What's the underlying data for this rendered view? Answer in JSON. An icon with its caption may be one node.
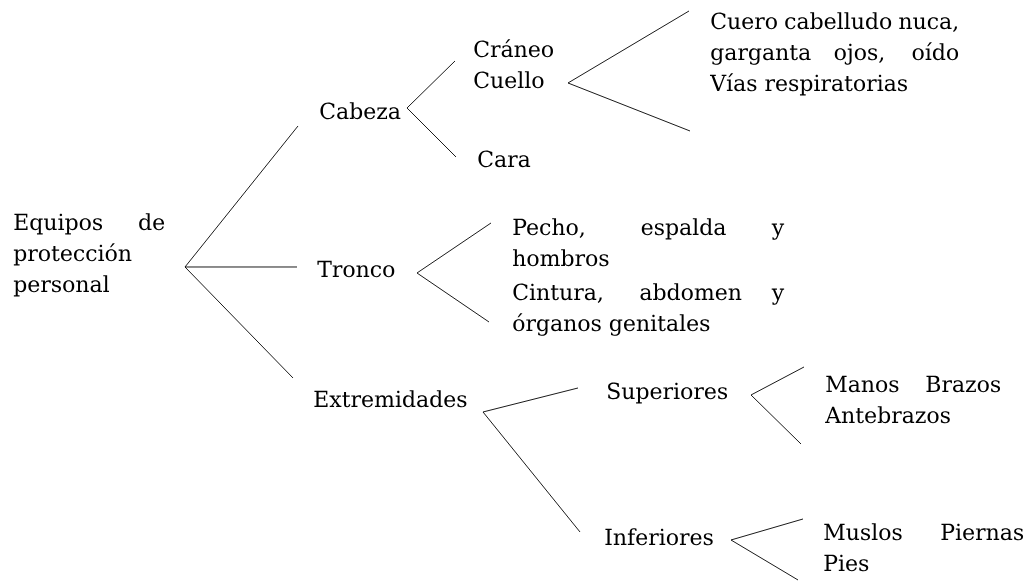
{
  "diagram": {
    "nodes": [
      {
        "text": [
          "Equipos de protección personal"
        ]
      },
      {
        "text": [
          "Cabeza"
        ]
      },
      {
        "text": [
          "Cráneo Cuello"
        ]
      },
      {
        "text": [
          "Cara"
        ]
      },
      {
        "text": [
          "Cuero cabelludo nuca, garganta ojos, oído Vías respiratorias"
        ]
      },
      {
        "text": [
          "Tronco"
        ]
      },
      {
        "text": [
          "Pecho, espalda y hombros"
        ]
      },
      {
        "text": [
          "Cintura, abdomen y órganos genitales"
        ]
      },
      {
        "text": [
          "Extremidades"
        ]
      },
      {
        "text": [
          "Superiores"
        ]
      },
      {
        "text": [
          "Manos Brazos Antebrazos"
        ]
      },
      {
        "text": [
          "Inferiores"
        ]
      },
      {
        "text": [
          "Muslos Piernas Pies"
        ]
      }
    ],
    "edges": [
      {
        "from": 0,
        "to": 1,
        "arrow": "none"
      },
      {
        "from": 0,
        "to": 5,
        "arrow": "none"
      },
      {
        "from": 0,
        "to": 8,
        "arrow": "none"
      },
      {
        "from": 1,
        "to": 2,
        "arrow": "none"
      },
      {
        "from": 1,
        "to": 3,
        "arrow": "none"
      },
      {
        "from": 2,
        "to": 4,
        "arrow": "none"
      },
      {
        "from": 2,
        "to": 4,
        "arrow": "none"
      },
      {
        "from": 5,
        "to": 6,
        "arrow": "none"
      },
      {
        "from": 5,
        "to": 7,
        "arrow": "none"
      },
      {
        "from": 8,
        "to": 9,
        "arrow": "none"
      },
      {
        "from": 8,
        "to": 11,
        "arrow": "none"
      },
      {
        "from": 9,
        "to": 10,
        "arrow": "none"
      },
      {
        "from": 9,
        "to": 10,
        "arrow": "none"
      },
      {
        "from": 11,
        "to": 12,
        "arrow": "none"
      },
      {
        "from": 11,
        "to": 12,
        "arrow": "none"
      }
    ]
  }
}
